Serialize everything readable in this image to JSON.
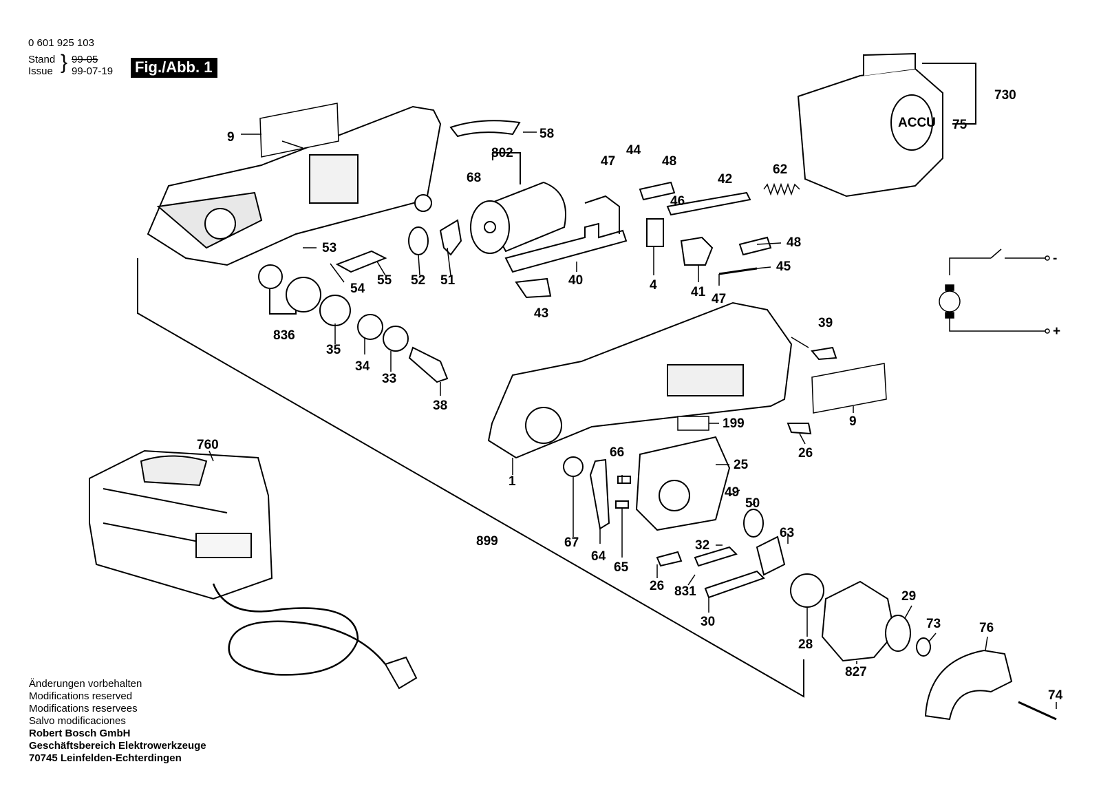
{
  "header": {
    "part_number": "0 601 925 103",
    "stand_label": "Stand",
    "issue_label": "Issue",
    "stand_date": "99-05",
    "issue_date": "99-07-19",
    "figure_label": "Fig./Abb. 1"
  },
  "footer": {
    "lines": [
      "Änderungen vorbehalten",
      "Modifications reserved",
      "Modifications reservees",
      "Salvo modificaciones"
    ],
    "company": [
      "Robert Bosch GmbH",
      "Geschäftsbereich Elektrowerkzeuge",
      "70745 Leinfelden-Echterdingen"
    ]
  },
  "part_labels": [
    "9",
    "58",
    "802",
    "68",
    "47",
    "44",
    "48",
    "46",
    "42",
    "62",
    "730",
    "75",
    "53",
    "54",
    "55",
    "52",
    "51",
    "40",
    "43",
    "4",
    "41",
    "48",
    "45",
    "47",
    "836",
    "35",
    "34",
    "33",
    "38",
    "39",
    "199",
    "9",
    "26",
    "760",
    "1",
    "66",
    "25",
    "49",
    "50",
    "67",
    "64",
    "65",
    "32",
    "63",
    "26",
    "831",
    "30",
    "28",
    "827",
    "29",
    "73",
    "76",
    "74",
    "899"
  ],
  "schematic": {
    "minus": "-",
    "plus": "+"
  },
  "icons": {
    "battery_logo": "ACCU"
  }
}
